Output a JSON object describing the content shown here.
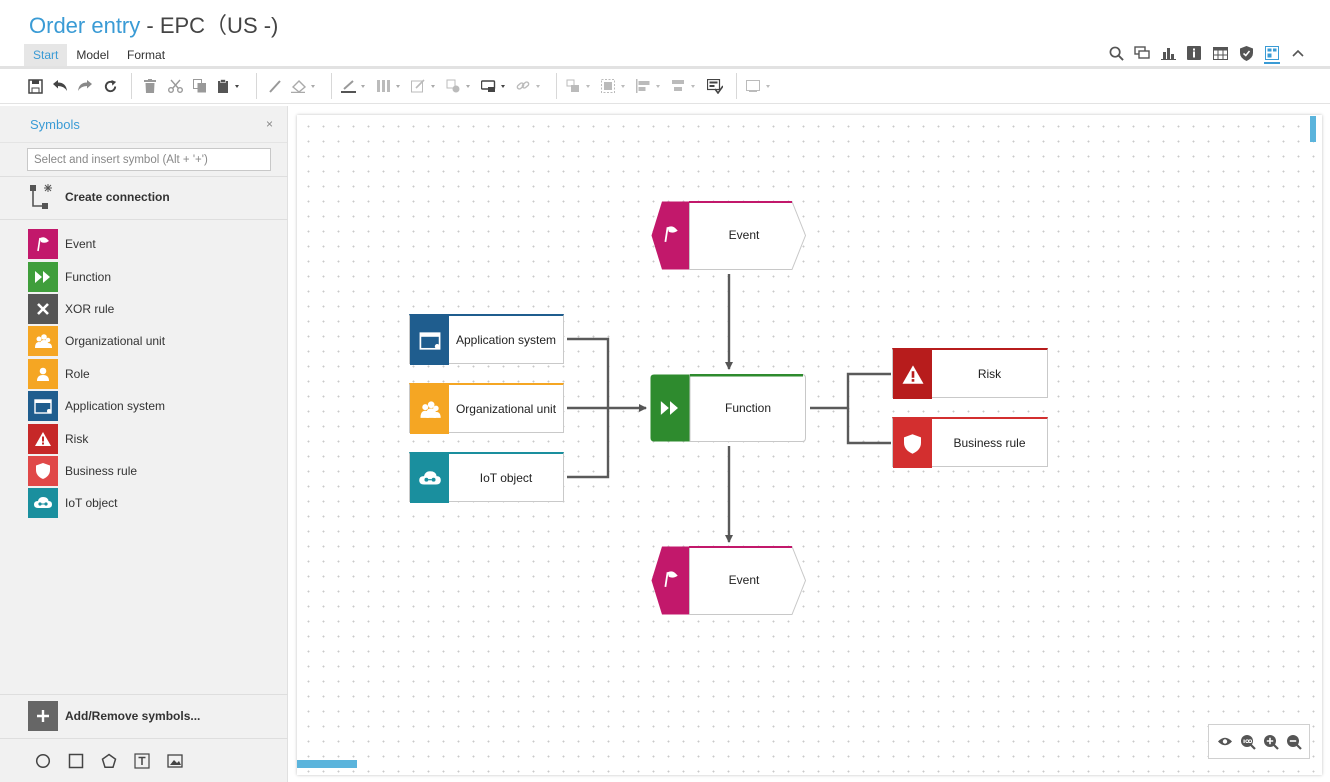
{
  "window": {
    "title_main": "Order entry",
    "title_rest": " - EPC（US -)"
  },
  "ribbon": {
    "tabs": [
      "Start",
      "Model",
      "Format"
    ],
    "active_tab": "Start"
  },
  "toolbar_icons": [
    "save-icon",
    "undo-icon",
    "redo-icon",
    "refresh-icon",
    "delete-icon",
    "cut-icon",
    "copy-icon",
    "paste-icon",
    "format-painter-icon",
    "fill-color-icon",
    "line-color-icon",
    "columns-icon",
    "edit-icon",
    "shape-icon",
    "connector-icon",
    "link-icon",
    "arrange-icon",
    "group-icon",
    "align-icon",
    "distribute-icon",
    "spell-icon",
    "more-icon"
  ],
  "top_icons": [
    "search-icon",
    "comments-icon",
    "chart-icon",
    "info-icon",
    "table-icon",
    "shield-icon",
    "symbols-panel-icon",
    "collapse-icon"
  ],
  "symbols_panel": {
    "title": "Symbols",
    "close": "×",
    "search_placeholder": "Select and insert symbol (Alt + '+')",
    "create_connection": "Create connection",
    "items": [
      {
        "label": "Event",
        "color": "#c2186b",
        "icon": "flag-icon"
      },
      {
        "label": "Function",
        "color": "#3f9e3b",
        "icon": "fast-forward-icon"
      },
      {
        "label": "XOR rule",
        "color": "#555555",
        "icon": "x-icon"
      },
      {
        "label": "Organizational unit",
        "color": "#f5a623",
        "icon": "group-people-icon"
      },
      {
        "label": "Role",
        "color": "#f5a623",
        "icon": "person-icon"
      },
      {
        "label": "Application system",
        "color": "#1f5d8e",
        "icon": "window-icon"
      },
      {
        "label": "Risk",
        "color": "#c62828",
        "icon": "warning-icon"
      },
      {
        "label": "Business rule",
        "color": "#e04848",
        "icon": "shield-icon"
      },
      {
        "label": "IoT object",
        "color": "#1a8f9e",
        "icon": "iot-icon"
      }
    ],
    "add_remove": "Add/Remove symbols...",
    "shape_tools": [
      "circle-tool-icon",
      "rectangle-tool-icon",
      "pentagon-tool-icon",
      "text-tool-icon",
      "image-tool-icon"
    ]
  },
  "diagram": {
    "event_top": "Event",
    "event_bottom": "Event",
    "function": "Function",
    "application_system": "Application system",
    "organizational_unit": "Organizational unit",
    "iot_object": "IoT object",
    "risk": "Risk",
    "business_rule": "Business rule"
  },
  "zoom_controls": [
    "view-icon",
    "fit-100-icon",
    "zoom-in-icon",
    "zoom-out-icon"
  ]
}
